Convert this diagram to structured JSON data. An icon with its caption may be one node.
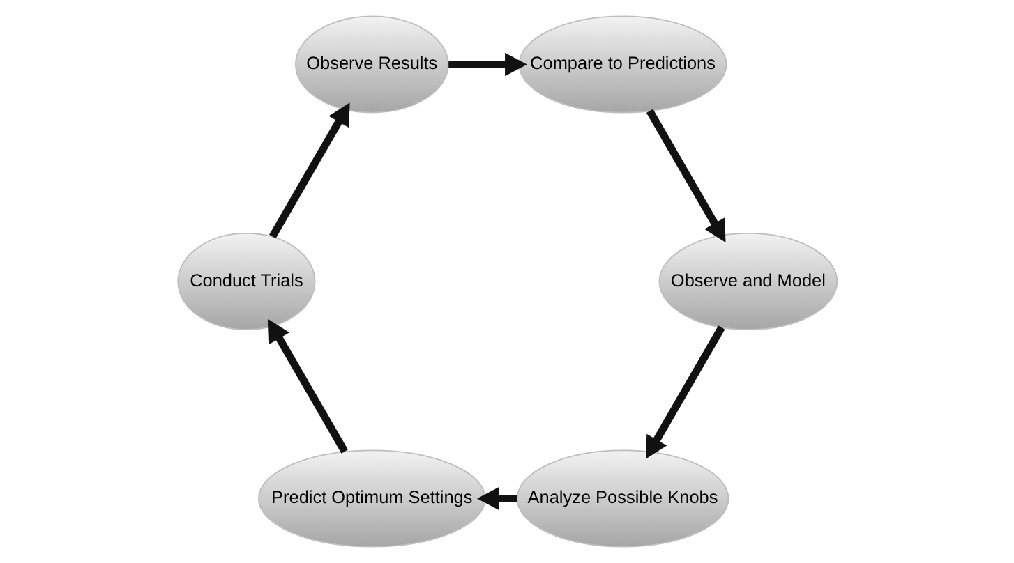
{
  "diagram": {
    "nodes": [
      {
        "text": [
          "Analyze Possible Knobs"
        ]
      },
      {
        "text": [
          "Predict Optimum Settings"
        ]
      },
      {
        "text": [
          "Observe and Model"
        ]
      },
      {
        "text": [
          "Conduct Trials"
        ]
      },
      {
        "text": [
          "Compare to Predictions"
        ]
      },
      {
        "text": [
          "Observe Results"
        ]
      }
    ],
    "edges": [
      {
        "from": 0,
        "to": 1,
        "arrow": "to"
      },
      {
        "from": 1,
        "to": 3,
        "arrow": "to"
      },
      {
        "from": 3,
        "to": 5,
        "arrow": "to"
      },
      {
        "from": 5,
        "to": 4,
        "arrow": "to"
      },
      {
        "from": 4,
        "to": 2,
        "arrow": "to"
      },
      {
        "from": 2,
        "to": 0,
        "arrow": "to"
      }
    ]
  }
}
